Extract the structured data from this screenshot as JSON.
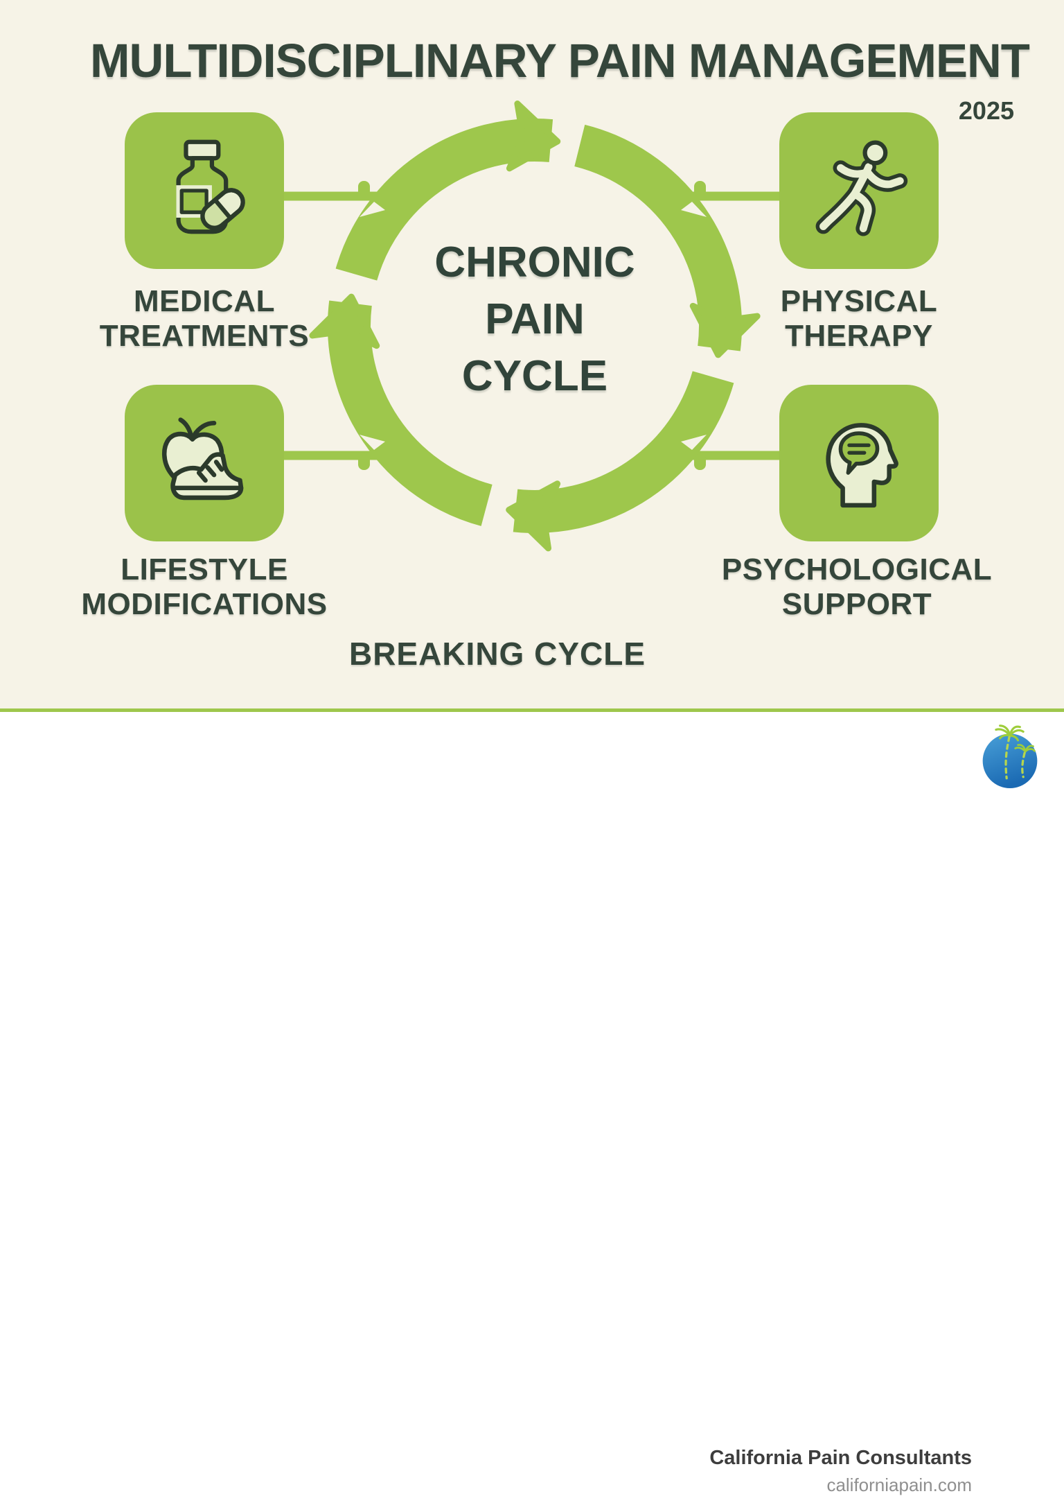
{
  "header": {
    "title": "MULTIDISCIPLINARY PAIN MANAGEMENT",
    "year": "2025"
  },
  "cycle": {
    "line1": "CHRONIC",
    "line2": "PAIN",
    "line3": "CYCLE"
  },
  "quadrants": {
    "medical": {
      "label1": "MEDICAL",
      "label2": "TREATMENTS",
      "icon": "pill-bottle-capsule-icon"
    },
    "physical": {
      "label1": "PHYSICAL",
      "label2": "THERAPY",
      "icon": "running-person-icon"
    },
    "lifestyle": {
      "label1": "LIFESTYLE",
      "label2": "MODIFICATIONS",
      "icon": "apple-shoe-icon"
    },
    "psychological": {
      "label1": "PSYCHOLOGICAL",
      "label2": "SUPPORT",
      "icon": "head-speech-bubble-icon"
    }
  },
  "caption": "BREAKING CYCLE",
  "footer": {
    "brand": "California Pain Consultants",
    "website": "californiapain.com",
    "logo": "globe-palm-trees-logo"
  },
  "colors": {
    "background": "#f6f3e7",
    "cycle_green": "#9ec74c",
    "box_green": "#9bc24a",
    "icon_fill": "#e9efd2",
    "icon_outline": "#2b3a2b",
    "text_dark": "#35463b",
    "footer_text": "#3d3d3d",
    "footer_muted": "#8f8f8f",
    "logo_blue": "#2478bd",
    "logo_palm_green": "#9ecd3b"
  }
}
